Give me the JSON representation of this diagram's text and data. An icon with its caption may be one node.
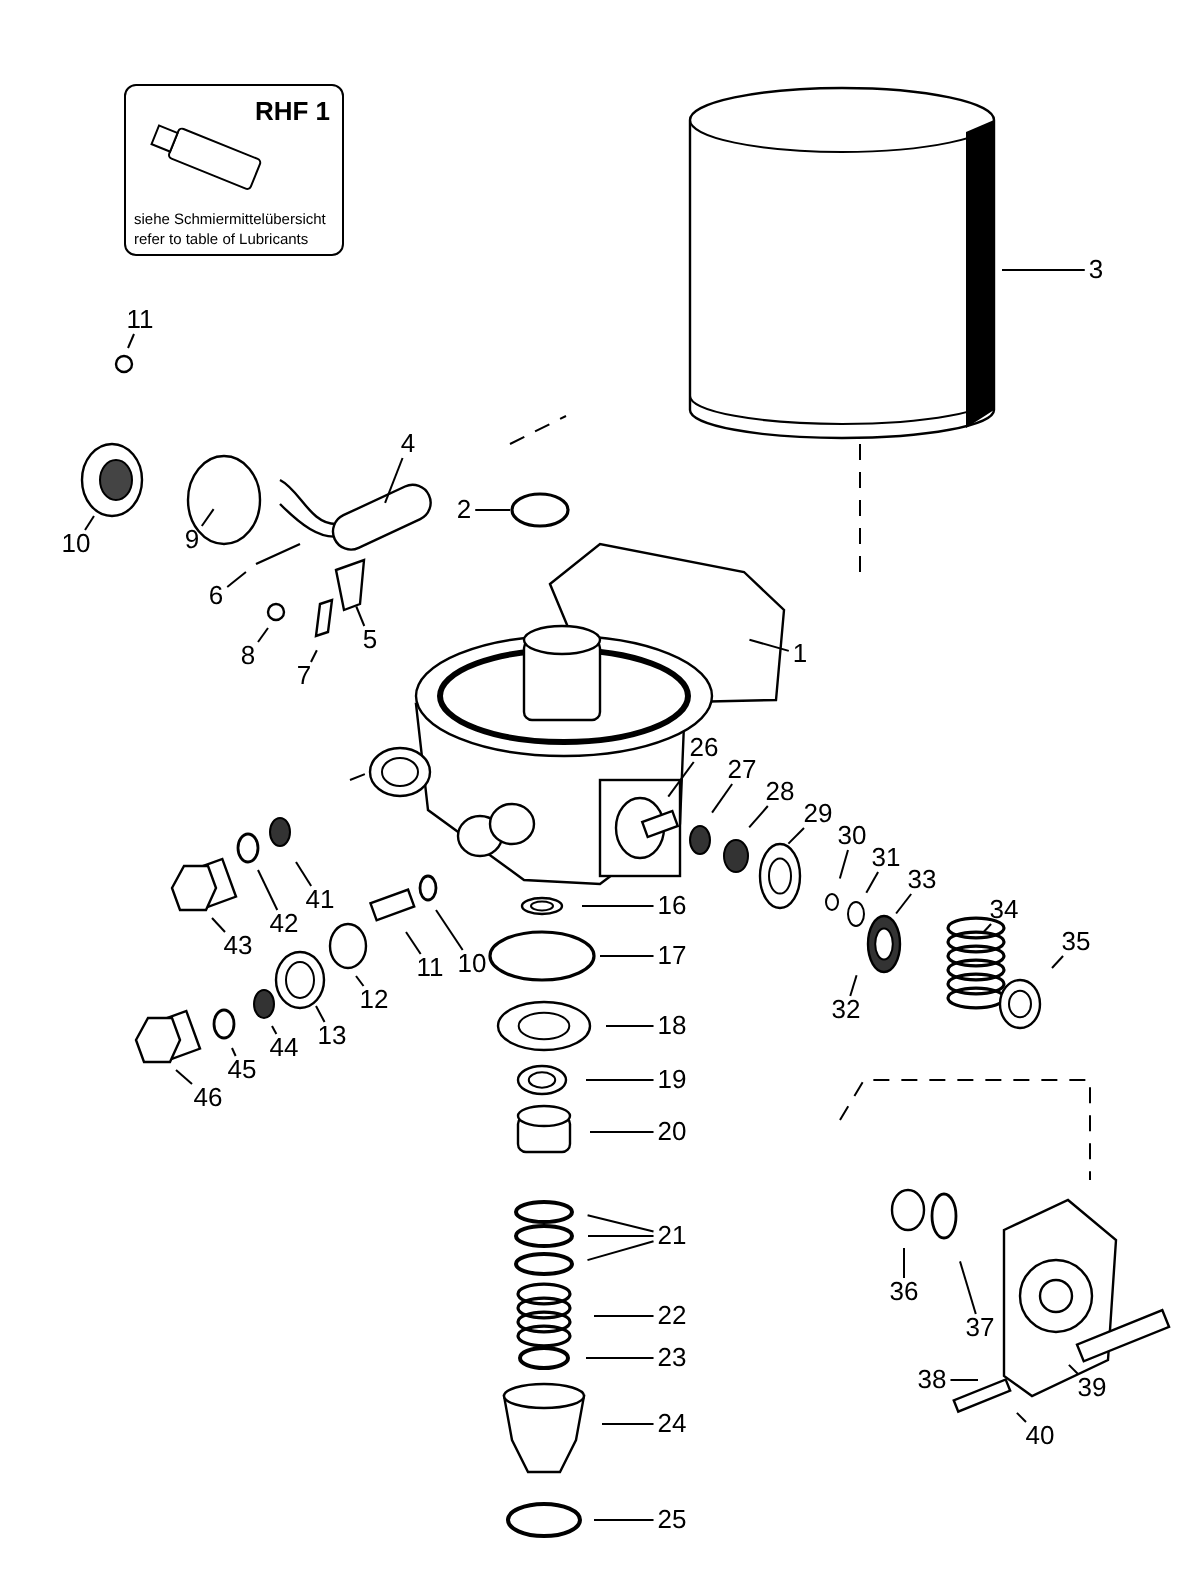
{
  "diagram": {
    "nodes": [
      {
        "text": [
          "RHF 1",
          "siehe Schmiermittelübersicht",
          "refer to table of Lubricants"
        ]
      },
      {
        "text": [
          "11"
        ]
      },
      {
        "text": [
          "3"
        ]
      },
      {
        "text": [
          "4"
        ]
      },
      {
        "text": [
          "10"
        ]
      },
      {
        "text": [
          "9"
        ]
      },
      {
        "text": [
          "2"
        ]
      },
      {
        "text": [
          "6"
        ]
      },
      {
        "text": [
          "5"
        ]
      },
      {
        "text": [
          "8"
        ]
      },
      {
        "text": [
          "7"
        ]
      },
      {
        "text": [
          "1"
        ]
      },
      {
        "text": [
          "26"
        ]
      },
      {
        "text": [
          "27"
        ]
      },
      {
        "text": [
          "28"
        ]
      },
      {
        "text": [
          "29"
        ]
      },
      {
        "text": [
          "30"
        ]
      },
      {
        "text": [
          "31"
        ]
      },
      {
        "text": [
          "33"
        ]
      },
      {
        "text": [
          "34"
        ]
      },
      {
        "text": [
          "35"
        ]
      },
      {
        "text": [
          "41"
        ]
      },
      {
        "text": [
          "16"
        ]
      },
      {
        "text": [
          "42"
        ]
      },
      {
        "text": [
          "43"
        ]
      },
      {
        "text": [
          "10"
        ]
      },
      {
        "text": [
          "11"
        ]
      },
      {
        "text": [
          "12"
        ]
      },
      {
        "text": [
          "17"
        ]
      },
      {
        "text": [
          "32"
        ]
      },
      {
        "text": [
          "13"
        ]
      },
      {
        "text": [
          "44"
        ]
      },
      {
        "text": [
          "45"
        ]
      },
      {
        "text": [
          "46"
        ]
      },
      {
        "text": [
          "18"
        ]
      },
      {
        "text": [
          "19"
        ]
      },
      {
        "text": [
          "20"
        ]
      },
      {
        "text": [
          "21"
        ]
      },
      {
        "text": [
          "36"
        ]
      },
      {
        "text": [
          "22"
        ]
      },
      {
        "text": [
          "37"
        ]
      },
      {
        "text": [
          "23"
        ]
      },
      {
        "text": [
          "38"
        ]
      },
      {
        "text": [
          "39"
        ]
      },
      {
        "text": [
          "40"
        ]
      },
      {
        "text": [
          "24"
        ]
      },
      {
        "text": [
          "25"
        ]
      }
    ],
    "edges": [
      {
        "from": 1,
        "to": null,
        "arrow": "none"
      },
      {
        "from": 2,
        "to": null,
        "arrow": "none"
      },
      {
        "from": 3,
        "to": null,
        "arrow": "none"
      },
      {
        "from": 4,
        "to": null,
        "arrow": "none"
      },
      {
        "from": 5,
        "to": null,
        "arrow": "none"
      },
      {
        "from": 6,
        "to": null,
        "arrow": "none"
      },
      {
        "from": 7,
        "to": null,
        "arrow": "none"
      },
      {
        "from": 8,
        "to": null,
        "arrow": "none"
      },
      {
        "from": 9,
        "to": null,
        "arrow": "none"
      },
      {
        "from": 10,
        "to": null,
        "arrow": "none"
      },
      {
        "from": 11,
        "to": null,
        "arrow": "none"
      },
      {
        "from": 12,
        "to": null,
        "arrow": "none"
      },
      {
        "from": 13,
        "to": null,
        "arrow": "none"
      },
      {
        "from": 14,
        "to": null,
        "arrow": "none"
      },
      {
        "from": 15,
        "to": null,
        "arrow": "none"
      },
      {
        "from": 16,
        "to": null,
        "arrow": "none"
      },
      {
        "from": 17,
        "to": null,
        "arrow": "none"
      },
      {
        "from": 18,
        "to": null,
        "arrow": "none"
      },
      {
        "from": 19,
        "to": null,
        "arrow": "none"
      },
      {
        "from": 20,
        "to": null,
        "arrow": "none"
      },
      {
        "from": 21,
        "to": null,
        "arrow": "none"
      },
      {
        "from": 22,
        "to": null,
        "arrow": "none"
      },
      {
        "from": 23,
        "to": null,
        "arrow": "none"
      },
      {
        "from": 24,
        "to": null,
        "arrow": "none"
      },
      {
        "from": 25,
        "to": null,
        "arrow": "none"
      },
      {
        "from": 26,
        "to": null,
        "arrow": "none"
      },
      {
        "from": 27,
        "to": null,
        "arrow": "none"
      },
      {
        "from": 28,
        "to": null,
        "arrow": "none"
      },
      {
        "from": 29,
        "to": null,
        "arrow": "none"
      },
      {
        "from": 30,
        "to": null,
        "arrow": "none"
      },
      {
        "from": 31,
        "to": null,
        "arrow": "none"
      },
      {
        "from": 32,
        "to": null,
        "arrow": "none"
      },
      {
        "from": 33,
        "to": null,
        "arrow": "none"
      },
      {
        "from": 34,
        "to": null,
        "arrow": "none"
      },
      {
        "from": 35,
        "to": null,
        "arrow": "none"
      },
      {
        "from": 36,
        "to": null,
        "arrow": "none"
      },
      {
        "from": 37,
        "to": null,
        "arrow": "none"
      },
      {
        "from": 37,
        "to": null,
        "arrow": "none"
      },
      {
        "from": 37,
        "to": null,
        "arrow": "none"
      },
      {
        "from": 38,
        "to": null,
        "arrow": "none"
      },
      {
        "from": 39,
        "to": null,
        "arrow": "none"
      },
      {
        "from": 40,
        "to": null,
        "arrow": "none"
      },
      {
        "from": 41,
        "to": null,
        "arrow": "none"
      },
      {
        "from": 42,
        "to": null,
        "arrow": "none"
      },
      {
        "from": 43,
        "to": null,
        "arrow": "none"
      },
      {
        "from": 44,
        "to": null,
        "arrow": "none"
      },
      {
        "from": 45,
        "to": null,
        "arrow": "none"
      },
      {
        "from": 46,
        "to": null,
        "arrow": "none"
      }
    ]
  }
}
